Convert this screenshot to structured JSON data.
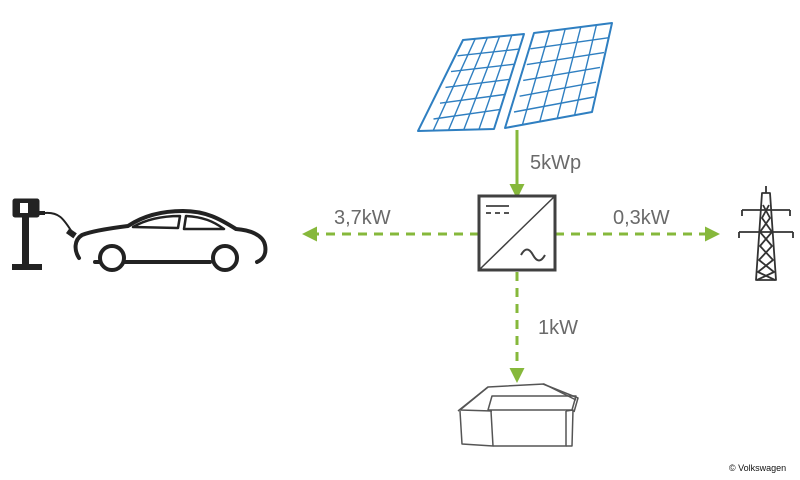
{
  "flows": {
    "solar": "5kWp",
    "car": "3,7kW",
    "grid": "0,3kW",
    "house": "1kW"
  },
  "copyright": "© Volkswagen",
  "colors": {
    "flow": "#86b83b",
    "panel": "#2f7fc1",
    "outline": "#404040",
    "label": "#6a6a6a"
  },
  "icons": [
    "solar-panel-icon",
    "inverter-icon",
    "ev-charger-icon",
    "electric-car-icon",
    "power-pylon-icon",
    "house-icon"
  ]
}
